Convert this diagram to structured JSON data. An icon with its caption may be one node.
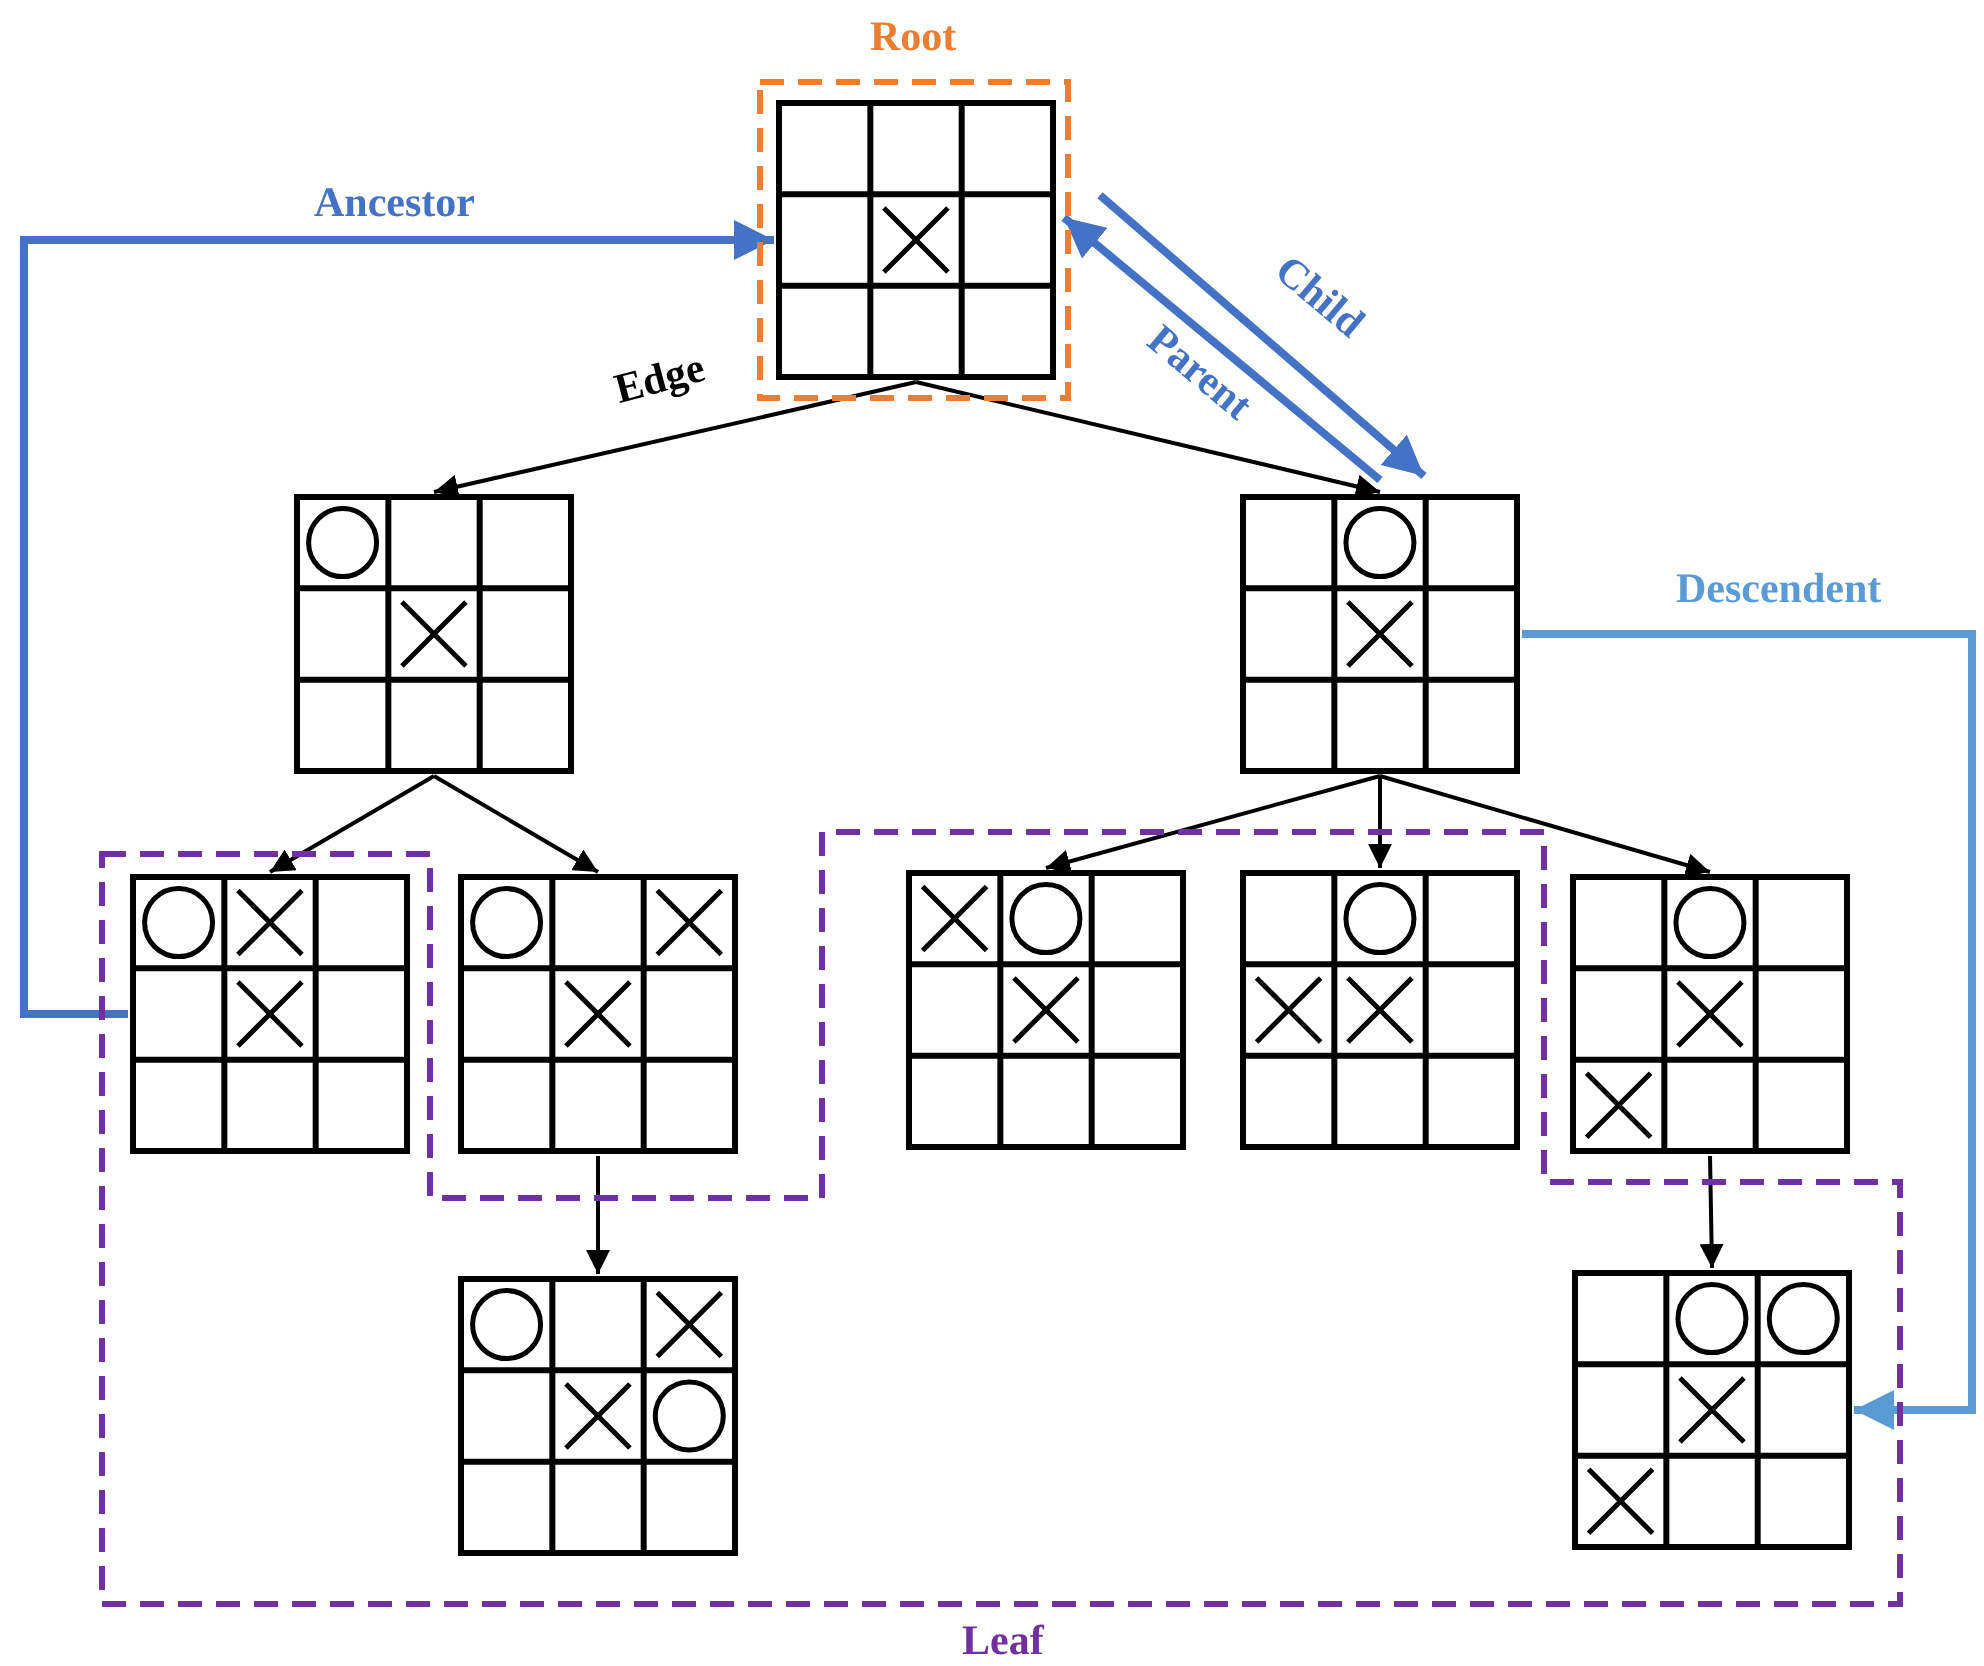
{
  "diagram": {
    "nodes": [
      {
        "text": [
          "Root"
        ]
      },
      {
        "text": [],
        "shape": "picture",
        "in": 0
      },
      {
        "text": [],
        "shape": "picture"
      },
      {
        "text": [],
        "shape": "picture"
      },
      {
        "text": [
          "Leaf"
        ]
      },
      {
        "text": [],
        "shape": "picture",
        "in": 4
      },
      {
        "text": [],
        "shape": "picture"
      },
      {
        "text": [],
        "shape": "picture",
        "in": 4
      },
      {
        "text": [],
        "shape": "picture",
        "in": 4
      },
      {
        "text": [],
        "shape": "picture"
      },
      {
        "text": [],
        "shape": "picture",
        "in": 4
      },
      {
        "text": [],
        "shape": "picture",
        "in": 4
      }
    ],
    "edges": [
      {
        "from": 1,
        "to": 2,
        "arrow": "to",
        "label": "Edge"
      },
      {
        "from": 1,
        "to": 3,
        "arrow": "to"
      },
      {
        "from": 2,
        "to": 5,
        "arrow": "to"
      },
      {
        "from": 2,
        "to": 6,
        "arrow": "to"
      },
      {
        "from": 3,
        "to": 7,
        "arrow": "to"
      },
      {
        "from": 3,
        "to": 8,
        "arrow": "to"
      },
      {
        "from": 3,
        "to": 9,
        "arrow": "to"
      },
      {
        "from": 6,
        "to": 10,
        "arrow": "to"
      },
      {
        "from": 9,
        "to": 11,
        "arrow": "to"
      },
      {
        "from": 5,
        "to": 1,
        "arrow": "to",
        "label": "Ancestor",
        "style": "thick",
        "color": "#4472c4"
      },
      {
        "from": 1,
        "to": 3,
        "arrow": "to",
        "label": "Child",
        "style": "thick",
        "color": "#4472c4"
      },
      {
        "from": 3,
        "to": 1,
        "arrow": "to",
        "label": "Parent",
        "style": "thick",
        "color": "#4472c4"
      },
      {
        "from": 3,
        "to": 11,
        "arrow": "to",
        "label": "Descendent",
        "style": "thick",
        "color": "#5b9bd5"
      }
    ]
  }
}
